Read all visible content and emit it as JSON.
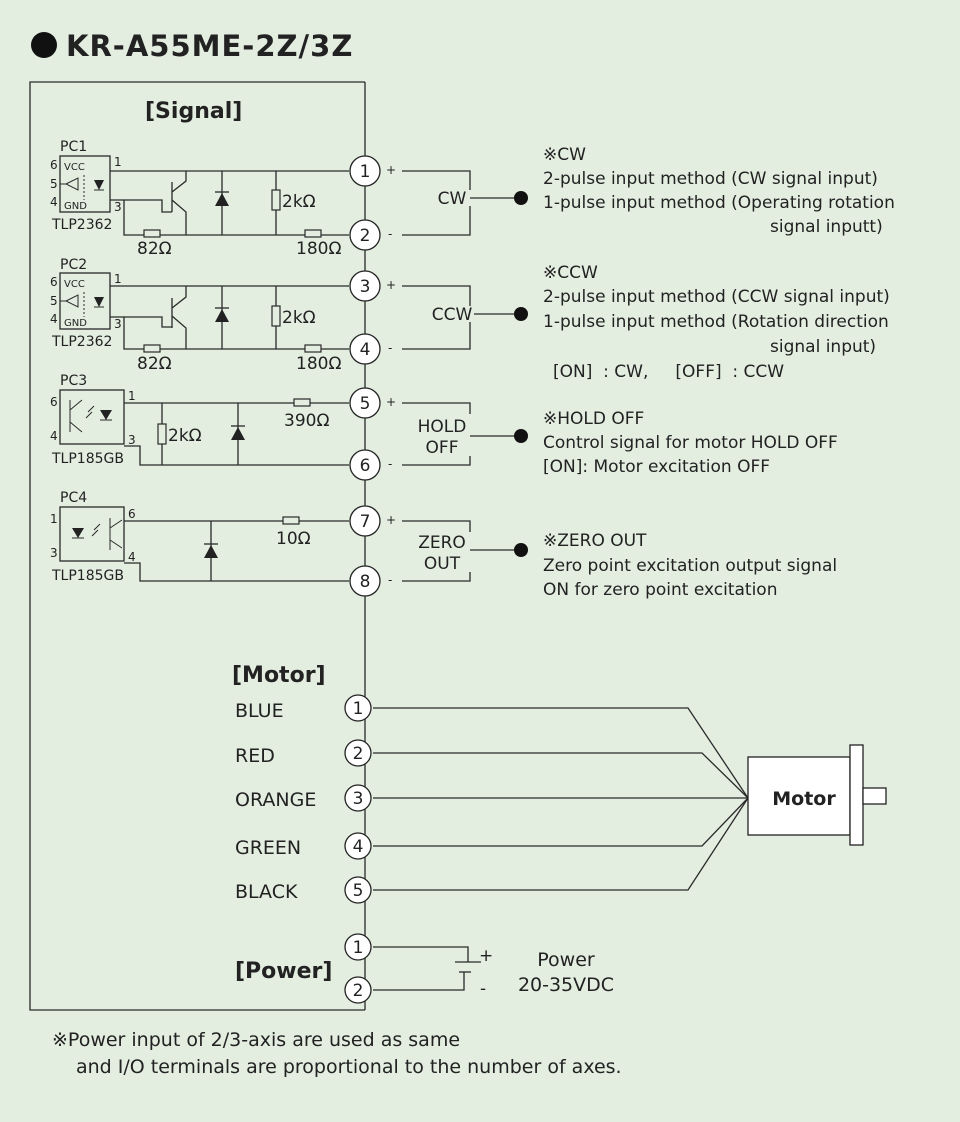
{
  "title": "KR-A55ME-2Z/3Z",
  "sections": {
    "signal": "[Signal]",
    "motor": "[Motor]",
    "power": "[Power]"
  },
  "optocouplers": [
    {
      "name": "PC1",
      "part": "TLP2362",
      "vcc": "VCC",
      "gnd": "GND",
      "pins": [
        "6",
        "5",
        "4",
        "1",
        "3"
      ],
      "resistors": [
        "82Ω",
        "180Ω",
        "2kΩ"
      ]
    },
    {
      "name": "PC2",
      "part": "TLP2362",
      "vcc": "VCC",
      "gnd": "GND",
      "pins": [
        "6",
        "5",
        "4",
        "1",
        "3"
      ],
      "resistors": [
        "82Ω",
        "180Ω",
        "2kΩ"
      ]
    },
    {
      "name": "PC3",
      "part": "TLP185GB",
      "pins": [
        "6",
        "4",
        "1",
        "3"
      ],
      "resistors": [
        "390Ω",
        "2kΩ"
      ]
    },
    {
      "name": "PC4",
      "part": "TLP185GB",
      "pins": [
        "1",
        "3",
        "6",
        "4"
      ],
      "resistors": [
        "10Ω"
      ]
    }
  ],
  "signal_terminals": [
    "1",
    "2",
    "3",
    "4",
    "5",
    "6",
    "7",
    "8"
  ],
  "polarity": {
    "plus": "+",
    "minus": "-"
  },
  "signal_groups": [
    {
      "label": [
        "CW"
      ],
      "desc": [
        "※CW",
        "2-pulse input method (CW signal input)",
        "1-pulse input method (Operating rotation",
        "signal inputt)"
      ]
    },
    {
      "label": [
        "CCW"
      ],
      "desc": [
        "※CCW",
        "2-pulse input method (CCW signal input)",
        "1-pulse input method (Rotation direction",
        "signal input)",
        "[ON]  : CW,     [OFF]  : CCW"
      ]
    },
    {
      "label": [
        "HOLD",
        "OFF"
      ],
      "desc": [
        "※HOLD OFF",
        "Control signal for motor HOLD OFF",
        "[ON]: Motor excitation OFF"
      ]
    },
    {
      "label": [
        "ZERO",
        "OUT"
      ],
      "desc": [
        "※ZERO OUT",
        "Zero point excitation output signal",
        "ON for zero point excitation"
      ]
    }
  ],
  "motor_wires": [
    {
      "pin": "1",
      "color_name": "BLUE",
      "color": "#3a64a8"
    },
    {
      "pin": "2",
      "color_name": "RED",
      "color": "#c8202a"
    },
    {
      "pin": "3",
      "color_name": "ORANGE",
      "color": "#e07a28"
    },
    {
      "pin": "4",
      "color_name": "GREEN",
      "color": "#4a9a44"
    },
    {
      "pin": "5",
      "color_name": "BLACK",
      "color": "#222222"
    }
  ],
  "motor_label": "Motor",
  "power_terminals": [
    "1",
    "2"
  ],
  "power_label": [
    "Power",
    "20-35VDC"
  ],
  "footnote": [
    "※Power input of 2/3-axis are used as same",
    "and I/O terminals are proportional to the number of axes."
  ]
}
